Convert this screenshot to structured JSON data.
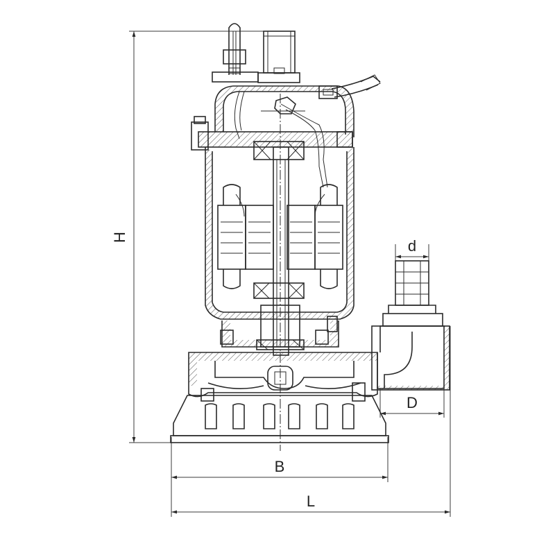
{
  "dimensions": {
    "height_label": "H",
    "base_width_label": "B",
    "overall_length_label": "L",
    "outlet_diameter_label": "D",
    "hose_diameter_label": "d"
  },
  "colors": {
    "line": "#2a2a2a",
    "background": "#ffffff"
  }
}
